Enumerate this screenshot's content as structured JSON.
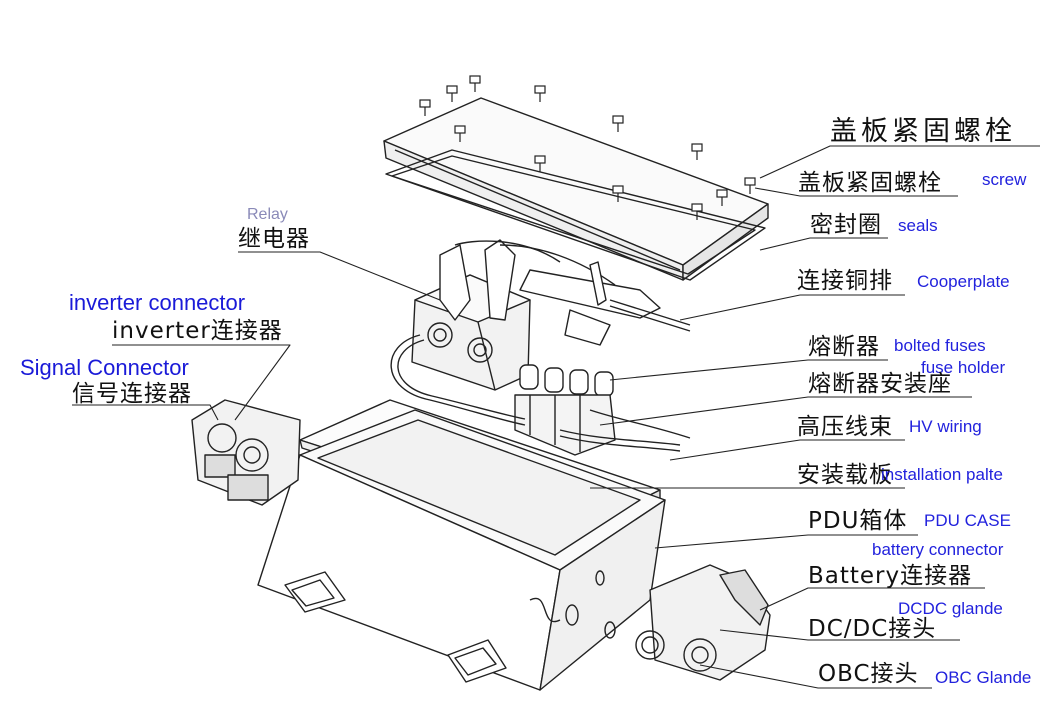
{
  "labels": {
    "cover_bolts_top": "盖板紧固螺栓",
    "cover_bolts": "盖板紧固螺栓",
    "screw": "screw",
    "seal_ring": "密封圈",
    "seals": "seals",
    "relay_en": "Relay",
    "relay_cn": "继电器",
    "copper_bar": "连接铜排",
    "cooperplate": "Cooperplate",
    "fuse": "熔断器",
    "bolted_fuses": "bolted fuses",
    "fuse_holder_en": "fuse holder",
    "fuse_holder_cn": "熔断器安装座",
    "inverter_en": "inverter connector",
    "inverter_cn": "inverter连接器",
    "signal_en": "Signal Connector",
    "signal_cn": "信号连接器",
    "hv_harness": "高压线束",
    "hv_wiring": "HV wiring",
    "mount_plate": "安装载板",
    "installation_plate": "installation palte",
    "pdu_box": "PDU箱体",
    "pdu_case": "PDU CASE",
    "battery_connector_en": "battery connector",
    "battery_connector_cn": "Battery连接器",
    "dcdc_glande": "DCDC glande",
    "dcdc_joint": "DC/DC接头",
    "obc_joint": "OBC接头",
    "obc_glande": "OBC Glande"
  },
  "colors": {
    "chinese_text": "#111111",
    "english_text": "#2222dd",
    "relay_text": "#8a8ab8",
    "line": "#222222"
  }
}
